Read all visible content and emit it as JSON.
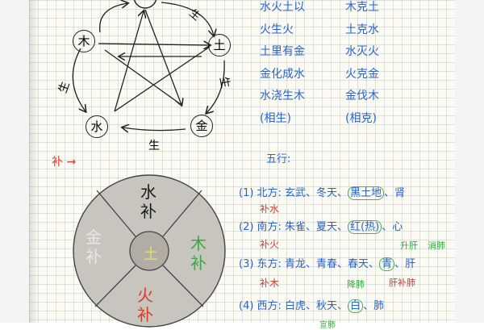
{
  "top_diagram": {
    "nodes": {
      "wood": "木",
      "earth": "土",
      "metal": "金",
      "water": "水"
    },
    "sheng_labels": [
      "生",
      "生",
      "生",
      "生"
    ]
  },
  "right_columns": {
    "left": [
      "水火土以",
      "火生火",
      "土里有金",
      "金化成水",
      "水浇生木",
      "(相生)"
    ],
    "right": [
      "木克土",
      "土克水",
      "水灭火",
      "火克金",
      "金伐木",
      "(相克)"
    ]
  },
  "circle_diagram": {
    "title_mark": "补",
    "north": [
      "水",
      "补"
    ],
    "east": [
      "木",
      "补"
    ],
    "south": [
      "火",
      "补"
    ],
    "west": [
      "金",
      "补"
    ],
    "center": "土"
  },
  "notes": {
    "heading": "五行:",
    "lines": [
      {
        "id": "line1",
        "prefix": "(1) 北方: 玄武、冬天、",
        "highlight": "黑土地",
        "suffix": "、肾"
      },
      {
        "id": "line2",
        "prefix": "(2) 南方: 朱雀、夏天、",
        "highlight": "红(热)",
        "suffix": "、心"
      },
      {
        "id": "line3",
        "prefix": "(3) 东方: 青龙、青春、春天、",
        "highlight": "青",
        "suffix": "、肝"
      },
      {
        "id": "line4",
        "prefix": "(4) 西方: 白虎、秋天、",
        "highlight": "白",
        "suffix": "、肺"
      }
    ],
    "red_marks": [
      "补水",
      "补火",
      "补木"
    ],
    "green_marks": [
      "升肝",
      "消肺",
      "降肺",
      "宣肺"
    ],
    "red_side": "肝补肺"
  },
  "colors": {
    "ink": "#222222",
    "blue": "#2a63c9",
    "red": "#d63a2b",
    "green": "#3aa845"
  }
}
